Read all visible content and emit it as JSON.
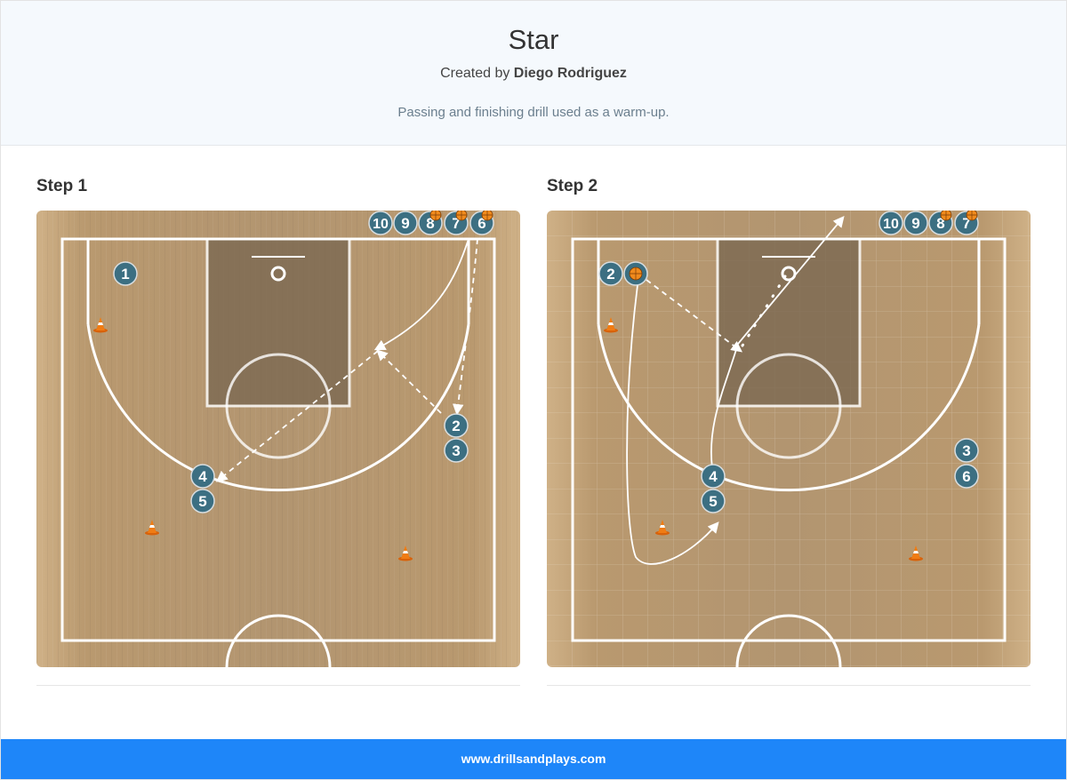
{
  "header": {
    "title": "Star",
    "created_by_prefix": "Created by ",
    "author": "Diego Rodriguez",
    "description": "Passing and finishing drill used as a warm-up."
  },
  "steps": [
    {
      "title": "Step 1",
      "players": [
        {
          "label": "1"
        },
        {
          "label": "2"
        },
        {
          "label": "3"
        },
        {
          "label": "4"
        },
        {
          "label": "5"
        },
        {
          "label": "6"
        },
        {
          "label": "7"
        },
        {
          "label": "8"
        },
        {
          "label": "9"
        },
        {
          "label": "10"
        }
      ],
      "balls_held_by": [
        "6",
        "7",
        "8"
      ],
      "cone_count": 3
    },
    {
      "title": "Step 2",
      "players": [
        {
          "label": "2"
        },
        {
          "label": "3"
        },
        {
          "label": "4"
        },
        {
          "label": "5"
        },
        {
          "label": "6"
        },
        {
          "label": "7"
        },
        {
          "label": "8"
        },
        {
          "label": "9"
        },
        {
          "label": "10"
        }
      ],
      "balls_held_by": [
        "2",
        "7",
        "8"
      ],
      "cone_count": 3
    }
  ],
  "footer": {
    "site": "www.drillsandplays.com"
  },
  "colors": {
    "player": "#3c6f82",
    "court": "#c4a57c",
    "paint": "#7d6a52",
    "footer": "#1e86f9",
    "cone": "#f07c14"
  }
}
